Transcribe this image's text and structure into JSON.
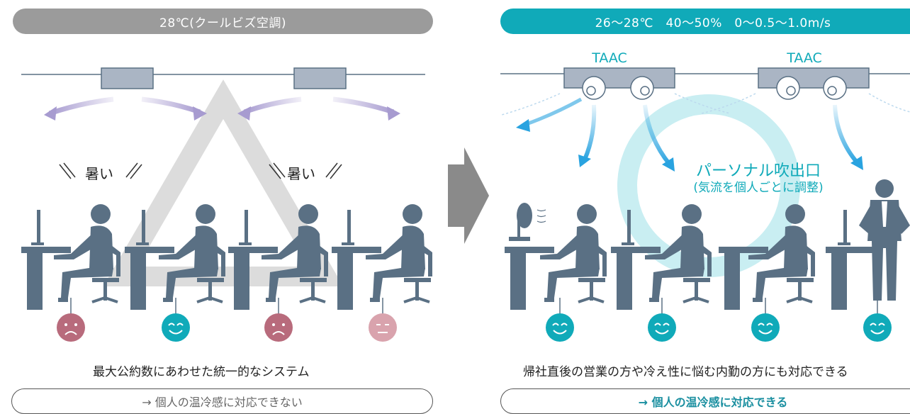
{
  "left_panel": {
    "header": "28℃(クールビズ空調)",
    "hot_labels": [
      "暑い",
      "暑い"
    ],
    "caption": "最大公約数にあわせた統一的なシステム",
    "footer": "→ 個人の温冷感に対応できない",
    "faces": [
      "sad",
      "happy",
      "sad",
      "neutral"
    ]
  },
  "right_panel": {
    "header": "26〜28℃　40〜50%　0〜0.5〜1.0m/s",
    "unit_labels": [
      "TAAC",
      "TAAC"
    ],
    "callout_title": "パーソナル吹出口",
    "callout_sub": "(気流を個人ごとに調整)",
    "caption": "帰社直後の営業の方や冷え性に悩む内勤の方にも対応できる",
    "footer": "→ 個人の温冷感に対応できる",
    "faces": [
      "happy",
      "happy",
      "happy",
      "happy"
    ]
  },
  "colors": {
    "figure": "#5a7084",
    "accent": "#10aab9",
    "sad_face": "#b86b7c",
    "neutral_face": "#d9a3ad",
    "header_gray": "#9b9b9b",
    "arrow_purple": "#a79bd0",
    "next_arrow": "#8a8a8a"
  }
}
